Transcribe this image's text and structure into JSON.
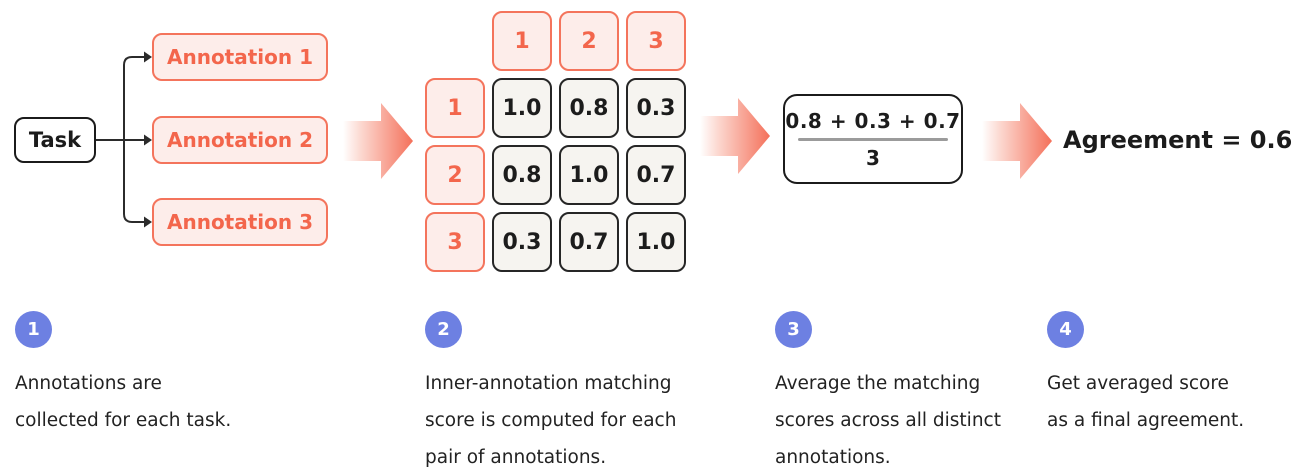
{
  "colors": {
    "coral": "#f4745c",
    "coral_text": "#f3664c",
    "coral_fill": "#fdedea",
    "ink": "#1b1b1b",
    "cell_fill": "#f6f4f0",
    "fraction_bar": "#9b9b9b",
    "step_circle": "#6d80e2"
  },
  "flow": {
    "task_label": "Task",
    "annotations": [
      "Annotation 1",
      "Annotation 2",
      "Annotation 3"
    ],
    "agreement_label": "Agreement = 0.6"
  },
  "matrix": {
    "col_headers": [
      "1",
      "2",
      "3"
    ],
    "row_headers": [
      "1",
      "2",
      "3"
    ],
    "values": [
      [
        "1.0",
        "0.8",
        "0.3"
      ],
      [
        "0.8",
        "1.0",
        "0.7"
      ],
      [
        "0.3",
        "0.7",
        "1.0"
      ]
    ]
  },
  "fraction": {
    "numerator": "0.8 + 0.3 + 0.7",
    "denominator": "3"
  },
  "steps": [
    {
      "number": "1",
      "lines": [
        "Annotations are",
        "collected for each task."
      ]
    },
    {
      "number": "2",
      "lines": [
        "Inner-annotation matching",
        "score is computed for each",
        "pair of annotations."
      ]
    },
    {
      "number": "3",
      "lines": [
        "Average the matching",
        "scores across all distinct",
        "annotations."
      ]
    },
    {
      "number": "4",
      "lines": [
        "Get averaged score",
        "as a final agreement."
      ]
    }
  ]
}
